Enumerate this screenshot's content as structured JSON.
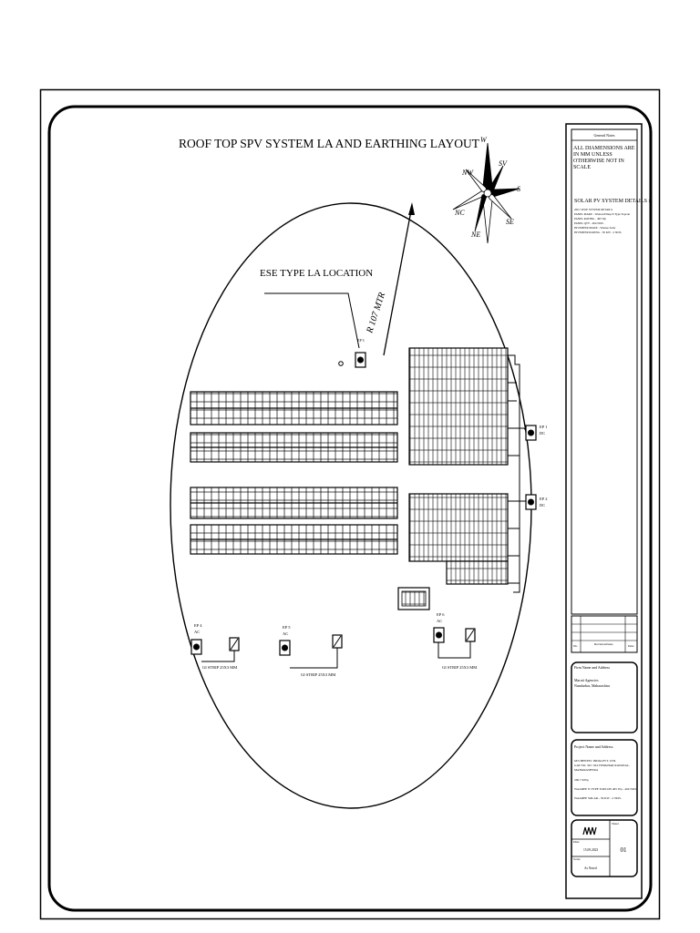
{
  "title": "ROOF TOP SPV SYSTEM LA AND EARTHING LAYOUT",
  "la_label": "ESE TYPE LA LOCATION",
  "radius_label": "R 107 MTR",
  "compass": {
    "n": "W",
    "ne": "SV",
    "e": "S",
    "se": "SE",
    "s": "NE",
    "sw": "NC",
    "w": "N",
    "nw": "NW"
  },
  "earth_pits": [
    {
      "id": "EP 1",
      "type": "DC"
    },
    {
      "id": "EP 2",
      "type": "DC"
    },
    {
      "id": "EP 4",
      "type": "AC"
    },
    {
      "id": "EP 5",
      "type": "AC"
    },
    {
      "id": "EP 6",
      "type": "AC"
    }
  ],
  "ep3_label": "EP 3",
  "strip_labels": [
    "GI STRIP 25X3 MM",
    "GI STRIP 25X3 MM",
    "GI STRIP 25X3 MM"
  ],
  "title_block": {
    "general_notes_header": "General Notes",
    "note_dimensions": "ALL DIAMENSIONS ARE IN MM UNLESS OTHERWISE NOT IN SCALE",
    "details_header": "SOLAR PV SYSTEM DETAILS :",
    "details": [
      "200.7 KWP SYSTEM DETAILS",
      "PANEL MAKE - Waaree/Elitep N Type Topcon",
      "PANEL RATING - 495 Wp",
      "PANEL QTY - 404 NOS.",
      "INVERTER MAKE - Waaree Solar",
      "INVERTER RATING - 50 KW - 2 NOS."
    ],
    "rev_col_no": "No.",
    "rev_col_desc": "Revision/Issue",
    "rev_col_date": "Date",
    "firm_header": "Firm Name and Address",
    "firm_lines": [
      "Maruti Agencies",
      "Nandurbar, Maharashtra"
    ],
    "project_header": "Project Name and Address",
    "project_lines": [
      "M/S BENTEC INDIA PVT. LTD.",
      "GAT NO. 325 /324 TEMGHAR RAVANAL,",
      "MAHARASHTRA",
      "200.7 KWp",
      "WAAREE N TYPE TOPCON 495 Wp - 404 NOS.",
      "WAAREE SOLAR - 50 KW - 2 NOS."
    ],
    "sheet_label": "Sheet",
    "date_label": "Date",
    "date_value": "15.09.2023",
    "scale_label": "Scale",
    "scale_value": "As Noted",
    "sheet_number": "01"
  }
}
